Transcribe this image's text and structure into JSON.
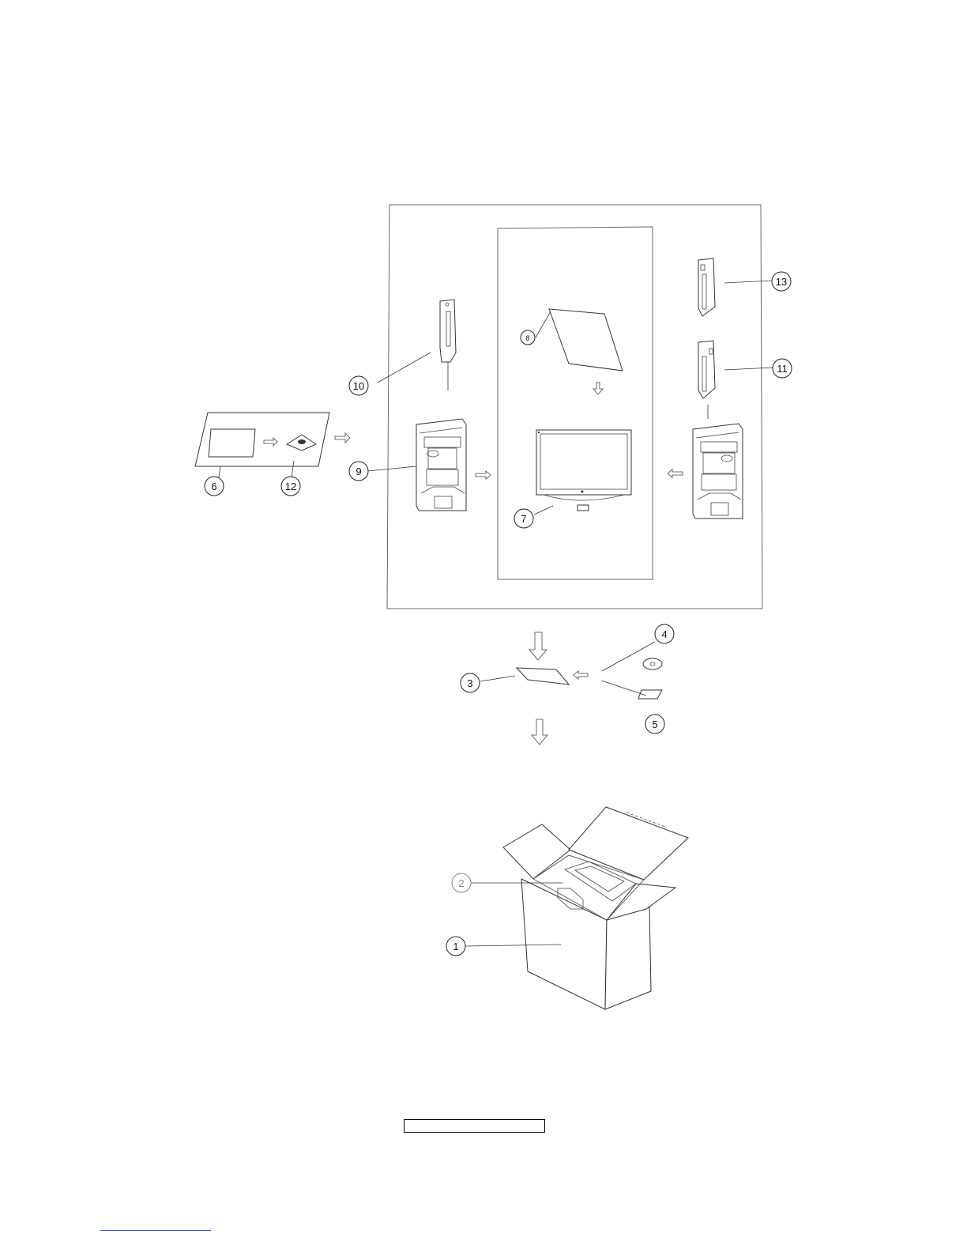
{
  "callouts": [
    {
      "id": "c1",
      "text": "1"
    },
    {
      "id": "c2",
      "text": "2"
    },
    {
      "id": "c3",
      "text": "3"
    },
    {
      "id": "c4",
      "text": "4"
    },
    {
      "id": "c5",
      "text": "5"
    },
    {
      "id": "c6",
      "text": "6"
    },
    {
      "id": "c7",
      "text": "7"
    },
    {
      "id": "c8",
      "text": "8"
    },
    {
      "id": "c9",
      "text": "9"
    },
    {
      "id": "c10",
      "text": "10"
    },
    {
      "id": "c11",
      "text": "11"
    },
    {
      "id": "c12",
      "text": "12"
    },
    {
      "id": "c13",
      "text": "13"
    }
  ],
  "colors": {
    "line": "#333333",
    "link": "#1a35c8"
  }
}
